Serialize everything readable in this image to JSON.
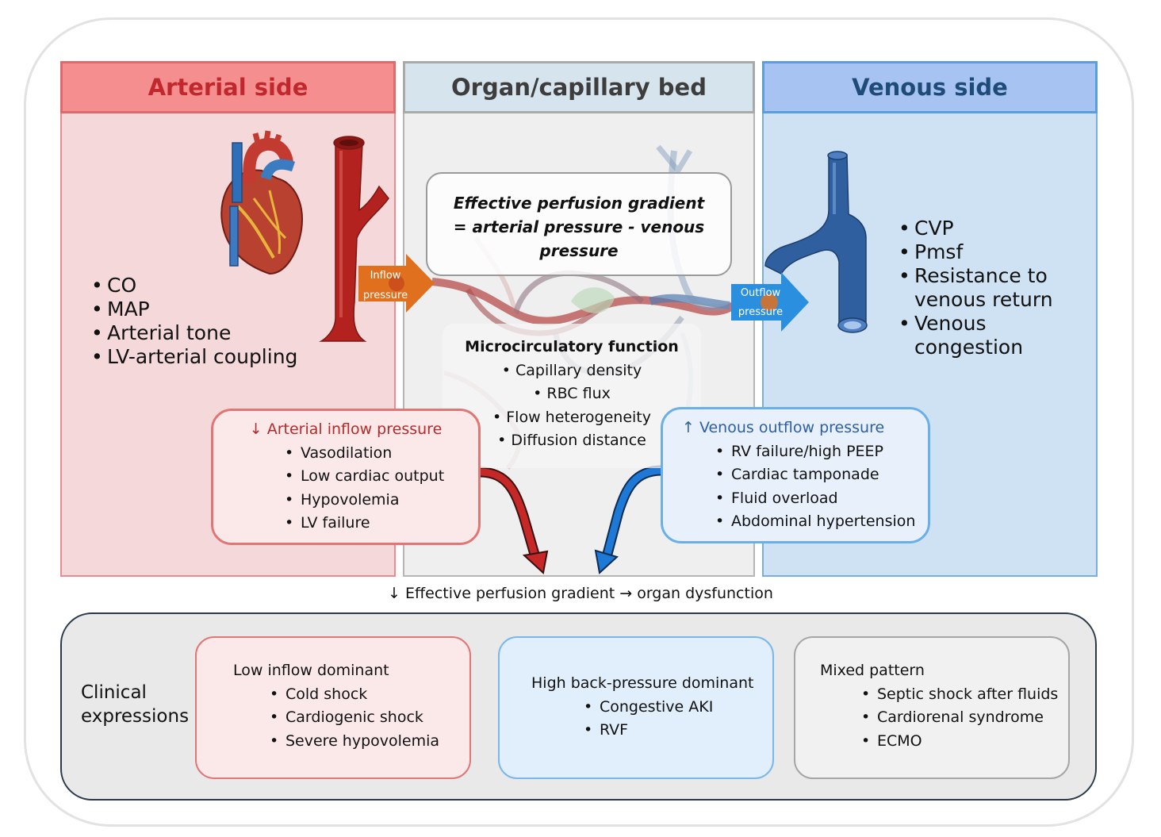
{
  "arterial": {
    "title": "Arterial side",
    "items": [
      "CO",
      "MAP",
      "Arterial tone",
      "LV-arterial coupling"
    ]
  },
  "organ": {
    "title": "Organ/capillary bed",
    "gradient_line1": "Effective perfusion gradient",
    "gradient_line2": "= arterial pressure - venous",
    "gradient_line3": "pressure",
    "micro_title": "Microcirculatory function",
    "micro_items": [
      "Capillary density",
      "RBC flux",
      "Flow heterogeneity",
      "Diffusion distance"
    ]
  },
  "venous": {
    "title": "Venous side",
    "items": [
      "CVP",
      "Pmsf",
      "Resistance to venous return",
      "Venous congestion"
    ]
  },
  "arrows": {
    "inflow_l1": "Inflow",
    "inflow_l2": "pressure",
    "outflow_l1": "Outflow",
    "outflow_l2": "pressure"
  },
  "arterial_inflow": {
    "title": "↓ Arterial inflow pressure",
    "items": [
      "Vasodilation",
      "Low cardiac output",
      "Hypovolemia",
      "LV failure"
    ]
  },
  "venous_outflow": {
    "title": "↑ Venous outflow pressure",
    "items": [
      "RV failure/high PEEP",
      "Cardiac tamponade",
      "Fluid overload",
      "Abdominal hypertension"
    ]
  },
  "consequence": "↓ Effective perfusion gradient → organ dysfunction",
  "clinical": {
    "label_l1": "Clinical",
    "label_l2": "expressions",
    "low_inflow": {
      "title": "Low inflow dominant",
      "items": [
        "Cold shock",
        "Cardiogenic shock",
        "Severe hypovolemia"
      ]
    },
    "back_pressure": {
      "title": "High back-pressure dominant",
      "items": [
        "Congestive AKI",
        "RVF"
      ]
    },
    "mixed": {
      "title": "Mixed pattern",
      "items": [
        "Septic shock after fluids",
        "Cardiorenal syndrome",
        "ECMO"
      ]
    }
  },
  "colors": {
    "arterial_header_bg": "#f58f8f",
    "arterial_title": "#c0282d",
    "arterial_body_bg": "#f4d8da",
    "organ_header_bg": "#d6e4ee",
    "organ_title": "#3d3d3d",
    "organ_body_bg": "#efefef",
    "venous_header_bg": "#a6c3f2",
    "venous_title": "#1f4b78",
    "venous_body_bg": "#cfe2f3",
    "red_arrow": "#c62828",
    "blue_arrow": "#1e78d6",
    "inflow_arrow": "#e0701e",
    "outflow_arrow": "#2b8fe0"
  },
  "icons": [
    "heart-illustration",
    "artery-illustration",
    "capillary-network-illustration",
    "vein-illustration"
  ]
}
